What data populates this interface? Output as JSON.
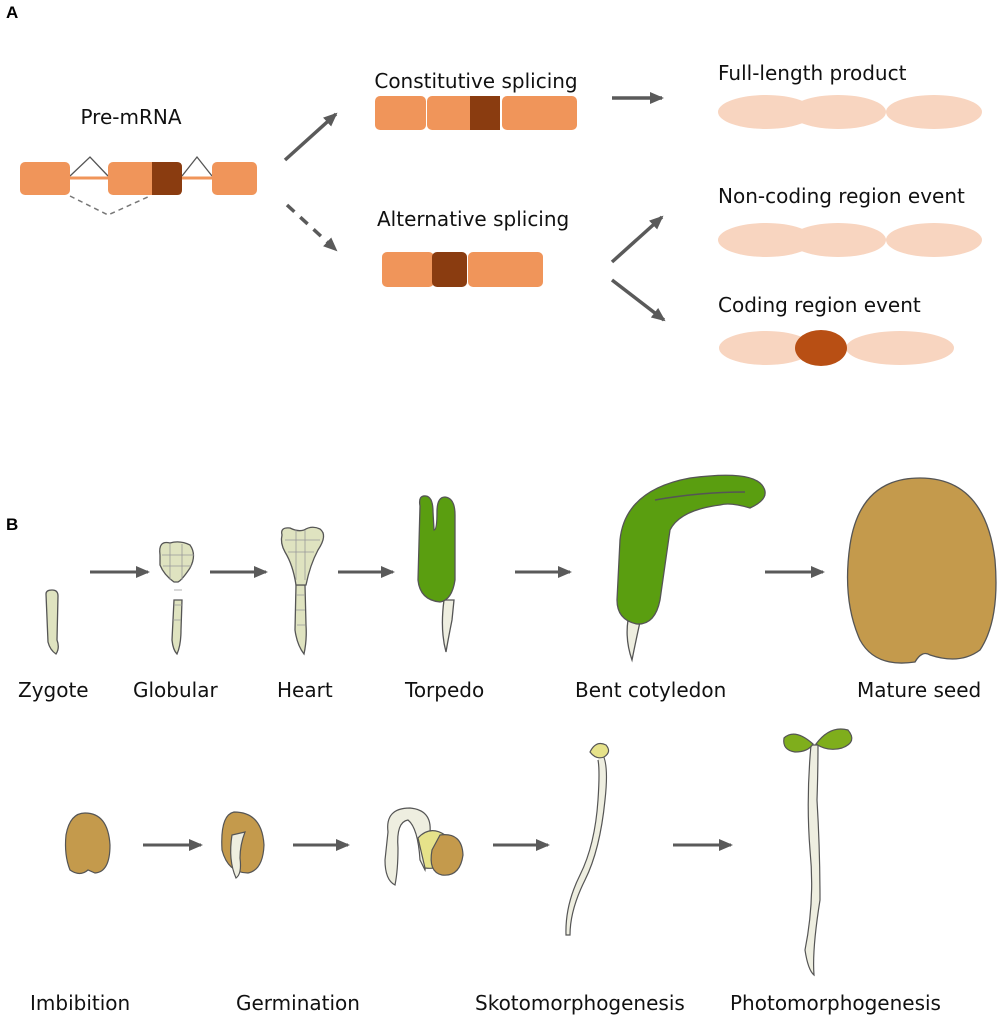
{
  "panel_a": {
    "letter": "A",
    "pre_mrna": "Pre-mRNA",
    "constitutive": "Constitutive splicing",
    "alternative": "Alternative splicing",
    "full_length": "Full-length product",
    "non_coding": "Non-coding region event",
    "coding": "Coding region event"
  },
  "panel_b": {
    "letter": "B",
    "embryo_stages": [
      "Zygote",
      "Globular",
      "Heart",
      "Torpedo",
      "Bent cotyledon",
      "Mature seed"
    ],
    "seedling_stages": [
      "Imbibition",
      "Germination",
      "Skotomorphogenesis",
      "Photomorphogenesis"
    ]
  },
  "colors": {
    "exon": "#f0955a",
    "exon_alt": "#8a3c10",
    "protein": "#f8d5c0",
    "protein_alt": "#b84f14",
    "arrow": "#5a5a5a",
    "embryo": "#dfe3c0",
    "green": "#5a9e10",
    "seed": "#c49a4c"
  }
}
